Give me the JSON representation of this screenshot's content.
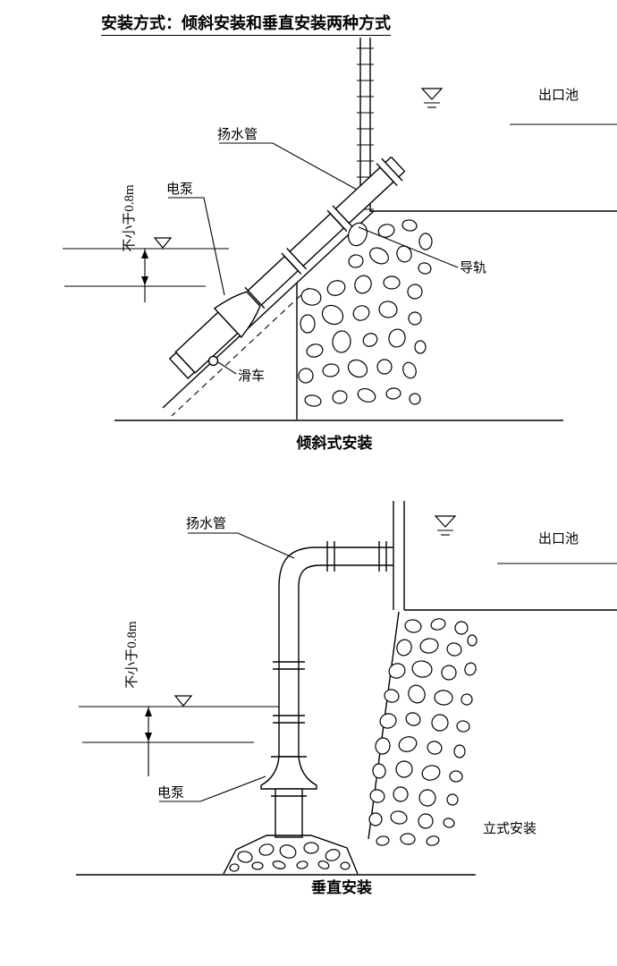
{
  "title": "安装方式：倾斜安装和垂直安装两种方式",
  "inclined": {
    "caption": "倾斜式安装",
    "labels": {
      "riser_pipe": "扬水管",
      "pump": "电泵",
      "min_depth": "不小于0.8m",
      "outlet_pool": "出口池",
      "guide_rail": "导轨",
      "trolley": "滑车"
    }
  },
  "vertical": {
    "caption": "垂直安装",
    "labels": {
      "riser_pipe": "扬水管",
      "pump": "电泵",
      "min_depth": "不小于0.8m",
      "outlet_pool": "出口池",
      "vertical_type": "立式安装"
    }
  }
}
